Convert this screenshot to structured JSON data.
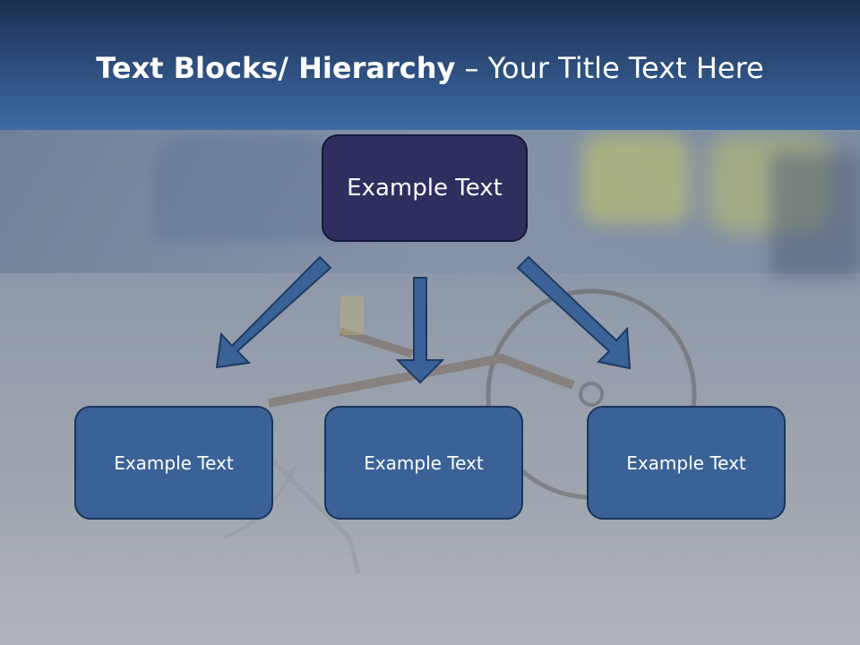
{
  "slide": {
    "title_bold": "Text Blocks/ Hierarchy",
    "title_dash": " – ",
    "title_rest": "Your Title Text Here"
  },
  "hierarchy": {
    "top": {
      "label": "Example Text"
    },
    "children": [
      {
        "label": "Example Text"
      },
      {
        "label": "Example Text"
      },
      {
        "label": "Example Text"
      }
    ]
  },
  "colors": {
    "header_top": "#1b2f4f",
    "header_bottom": "#3e6aa3",
    "top_box": "#2e2f5f",
    "child_box": "#3b6296",
    "arrow": "#3b6296"
  }
}
